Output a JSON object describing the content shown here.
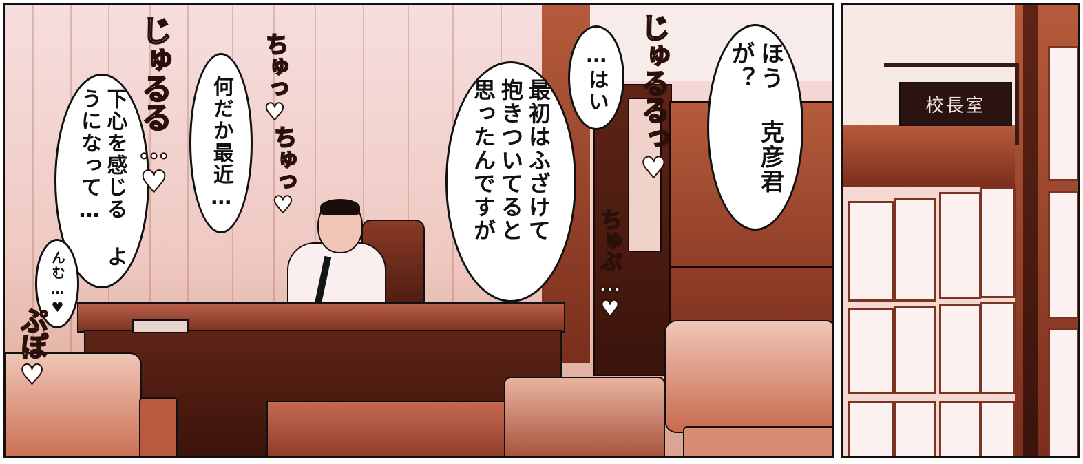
{
  "speech": {
    "houKatsuhiko": "ほう 克彦君が？",
    "hai": "…はい",
    "saisho": "最初はふざけて 抱きついてると 思ったんですが",
    "nandaka": "何だか最近…",
    "shitagokoro": "下心を感じる ようになって…",
    "nmu": "んむ…♥"
  },
  "sfx": {
    "juruTop": "じゅるるっ♥",
    "chuTop": "ちゅっ♥",
    "chuMid": "ちゅっ♥",
    "juruLeft": "じゅるる…♥",
    "chupuRight": "ちゅぷ…♥",
    "pupoLeft": "ぷぽ♥"
  },
  "sign": {
    "label": "校長室"
  },
  "colors": {
    "wood": "#8b3a24",
    "wall": "#f6dede",
    "ink": "#111111"
  }
}
